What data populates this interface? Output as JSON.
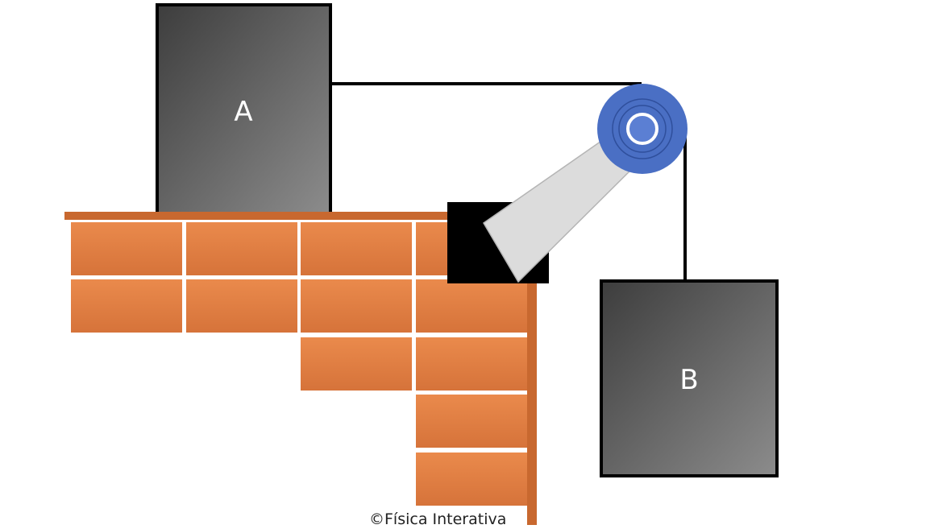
{
  "diagram": {
    "block_a": {
      "label": "A"
    },
    "block_b": {
      "label": "B"
    },
    "copyright": "©Física Interativa"
  },
  "colors": {
    "brick": "#e07d3f",
    "brick_edge": "#bf5f28",
    "mortar": "#ffffff",
    "block_dark": "#3f3f3f",
    "block_light": "#8a8a8a",
    "pulley": "#4a6fc4",
    "pulley_hub": "#5b7fd3",
    "arm": "#dcdcdc",
    "rope": "#000000"
  }
}
